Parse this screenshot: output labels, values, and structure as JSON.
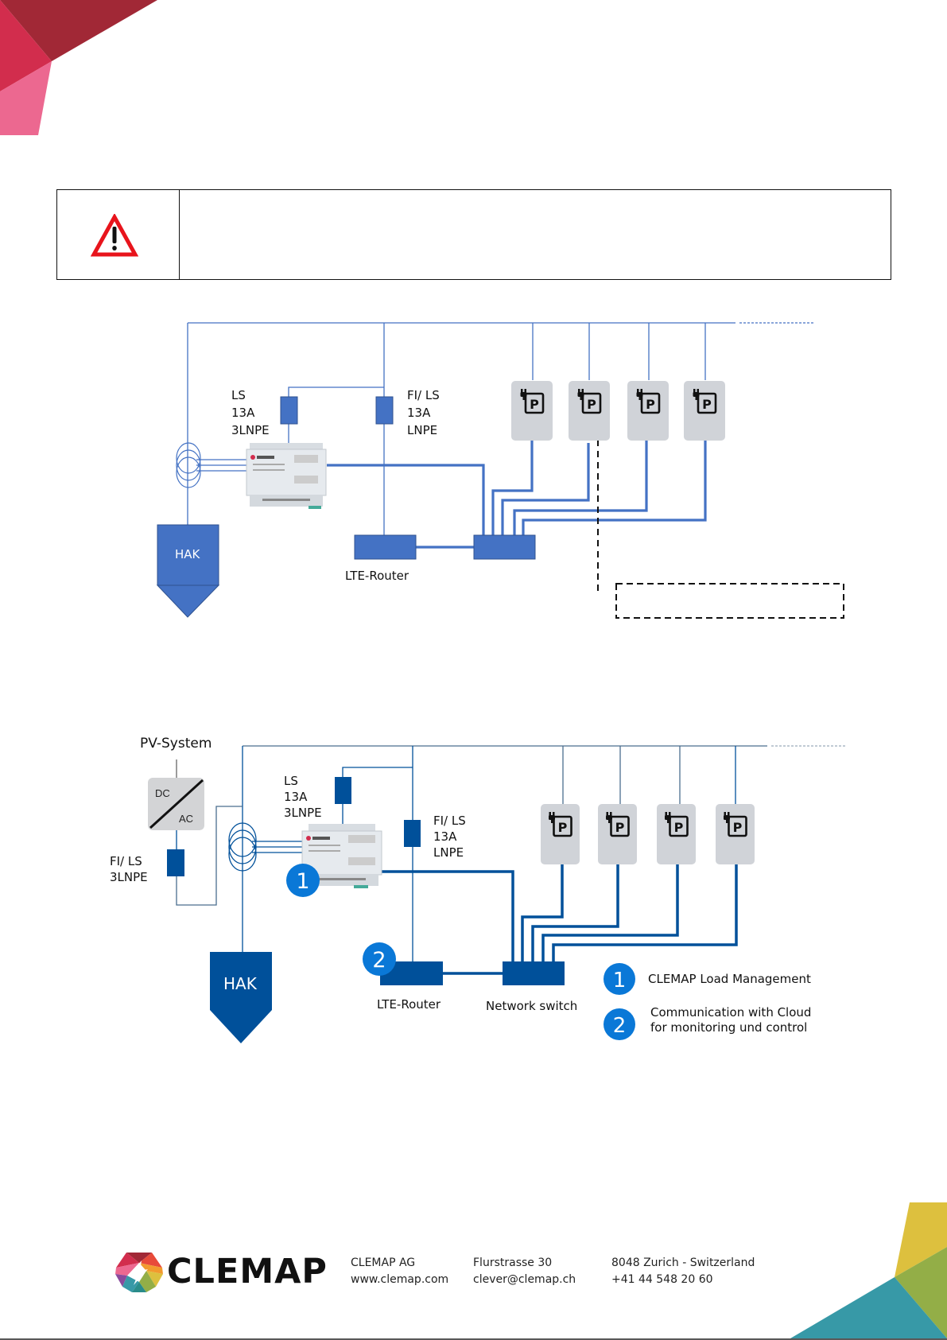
{
  "warning": {
    "icon": "warning-triangle-icon",
    "text": ""
  },
  "diagram1": {
    "ls_label": "LS\n13A\n3LNPE",
    "fils_label": "FI/ LS\n13A\nLNPE",
    "hak_label": "HAK",
    "router_label": "LTE-Router",
    "charger_count": 4,
    "charger_icon": "ev-charging-parking-icon",
    "line_color": "#4472C4"
  },
  "diagram2": {
    "pv_label": "PV-System",
    "dc_label": "DC",
    "ac_label": "AC",
    "pv_breaker_label": "FI/ LS\n3LNPE",
    "ls_label": "LS\n13A\n3LNPE",
    "fils_label": "FI/ LS\n13A\nLNPE",
    "hak_label": "HAK",
    "router_label": "LTE-Router",
    "switch_label": "Network switch",
    "badge1": "1",
    "badge2": "2",
    "legend": [
      {
        "num": "1",
        "text": "CLEMAP Load Management"
      },
      {
        "num": "2",
        "text": "Communication with Cloud\nfor monitoring und control"
      }
    ],
    "charger_count": 4,
    "line_color": "#00509A",
    "badge_color": "#0A78D7"
  },
  "footer": {
    "logo_text": "CLEMAP",
    "company": "CLEMAP AG",
    "website": "www.clemap.com",
    "street": "Flurstrasse 30",
    "email": "clever@clemap.ch",
    "city": "8048 Zurich - Switzerland",
    "phone": "+41 44 548 20 60"
  }
}
